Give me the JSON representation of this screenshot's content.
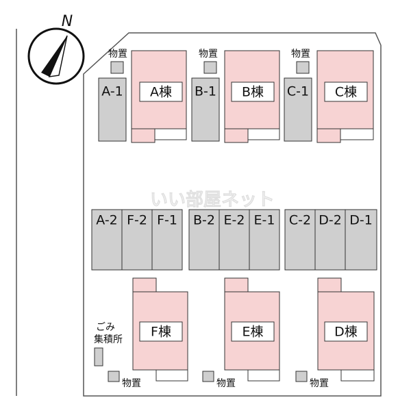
{
  "compass": {
    "label": "N"
  },
  "parking_top": [
    "A-1",
    "B-1",
    "C-1"
  ],
  "parking_middle": [
    "A-2",
    "F-2",
    "F-1",
    "B-2",
    "E-2",
    "E-1",
    "C-2",
    "D-2",
    "D-1"
  ],
  "buildings_top": [
    "A棟",
    "B棟",
    "C棟"
  ],
  "buildings_bottom": [
    "F棟",
    "E棟",
    "D棟"
  ],
  "storage_label": "物置",
  "garbage_label_line1": "ごみ",
  "garbage_label_line2": "集積所",
  "watermark": "いい部屋ネット",
  "colors": {
    "building": "#f7d3d3",
    "parking": "#cfcfcf",
    "storage": "#cfcfcf",
    "outline": "#333333"
  }
}
